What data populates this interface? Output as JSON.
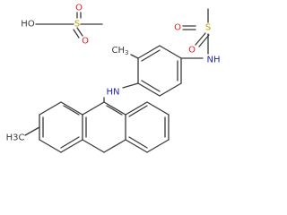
{
  "atoms": {
    "sulfur": "S",
    "oxygen": "O",
    "hydroxyl": "HO",
    "methyl": "CH3",
    "methyl_subscripted": "CH",
    "subscript_3": "3",
    "amine": "NH",
    "amine_inverse": "HN",
    "methyl_left": "H3C"
  },
  "colors": {
    "bond": "#3a3a3a",
    "sulfur": "#b8a000",
    "oxygen": "#e02020",
    "nitrogen": "#2020e0"
  }
}
